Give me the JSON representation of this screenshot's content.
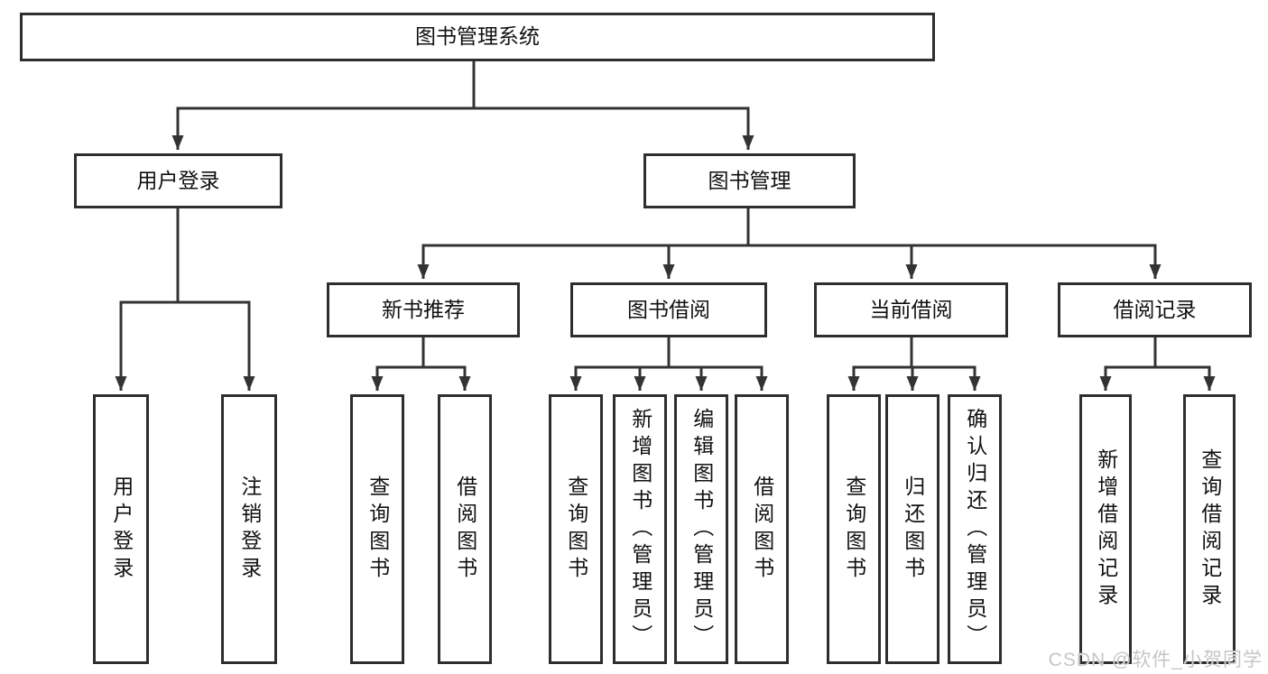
{
  "tree": {
    "root": "图书管理系统",
    "children": [
      {
        "label": "用户登录",
        "children": [
          "用户登录",
          "注销登录"
        ]
      },
      {
        "label": "图书管理",
        "children": [
          {
            "label": "新书推荐",
            "children": [
              "查询图书",
              "借阅图书"
            ]
          },
          {
            "label": "图书借阅",
            "children": [
              "查询图书",
              "新增图书（管理员）",
              "编辑图书（管理员）",
              "借阅图书"
            ]
          },
          {
            "label": "当前借阅",
            "children": [
              "查询图书",
              "归还图书",
              "确认归还（管理员）"
            ]
          },
          {
            "label": "借阅记录",
            "children": [
              "新增借阅记录",
              "查询借阅记录"
            ]
          }
        ]
      }
    ]
  },
  "watermark": {
    "text": "CSDN @软件_小贺同学",
    "color": "#c6c6c6"
  },
  "colors": {
    "line": "#333333",
    "box_border": "#2e2e2e",
    "background": "#ffffff",
    "text": "#111111"
  }
}
